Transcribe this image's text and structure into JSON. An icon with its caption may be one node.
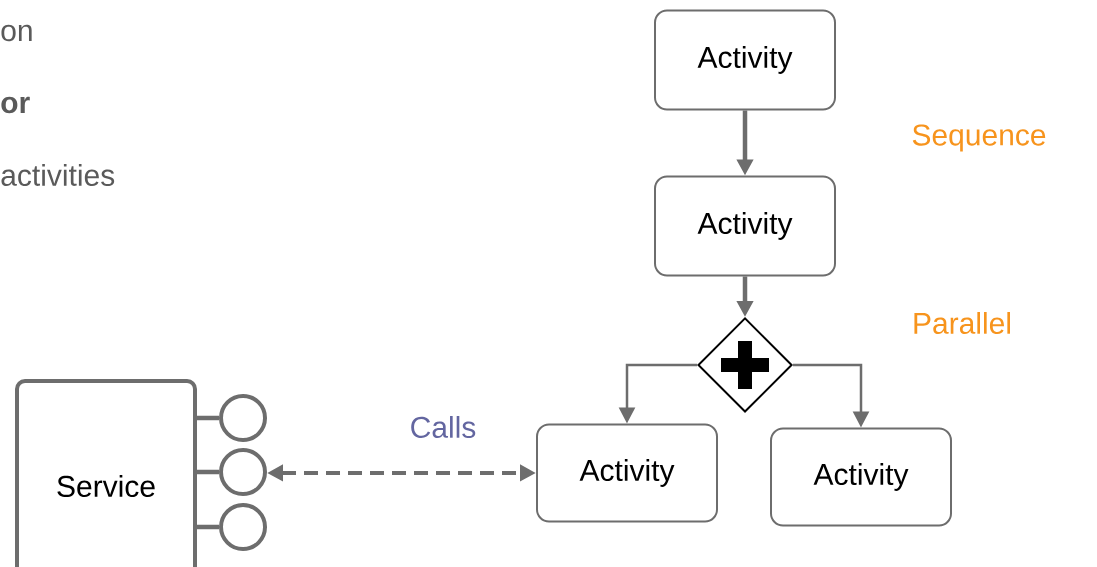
{
  "diagram": {
    "nodes": [
      {
        "text": [
          "Activity"
        ]
      },
      {
        "text": [
          "Activity"
        ]
      },
      {
        "text": [],
        "shape": "diamond"
      },
      {
        "text": [
          "Service"
        ]
      },
      {
        "text": [],
        "shape": "circle"
      },
      {
        "text": [],
        "shape": "circle"
      },
      {
        "text": [],
        "shape": "circle"
      },
      {
        "text": [
          "Activity"
        ]
      },
      {
        "text": [
          "Activity"
        ]
      }
    ],
    "edges": [
      {
        "from": 0,
        "to": 1,
        "arrow": "to"
      },
      {
        "from": 1,
        "to": 2,
        "arrow": "to"
      },
      {
        "from": 2,
        "to": 7,
        "arrow": "to"
      },
      {
        "from": 2,
        "to": 8,
        "arrow": "to"
      },
      {
        "from": 3,
        "to": 4,
        "arrow": "none"
      },
      {
        "from": 3,
        "to": 5,
        "arrow": "none"
      },
      {
        "from": 3,
        "to": 6,
        "arrow": "none"
      },
      {
        "from": 5,
        "to": 7,
        "arrow": "both",
        "style": "dashed",
        "label": "Calls"
      }
    ],
    "labels": [
      "on",
      "or",
      "activities",
      "Sequence",
      "Parallel"
    ]
  }
}
